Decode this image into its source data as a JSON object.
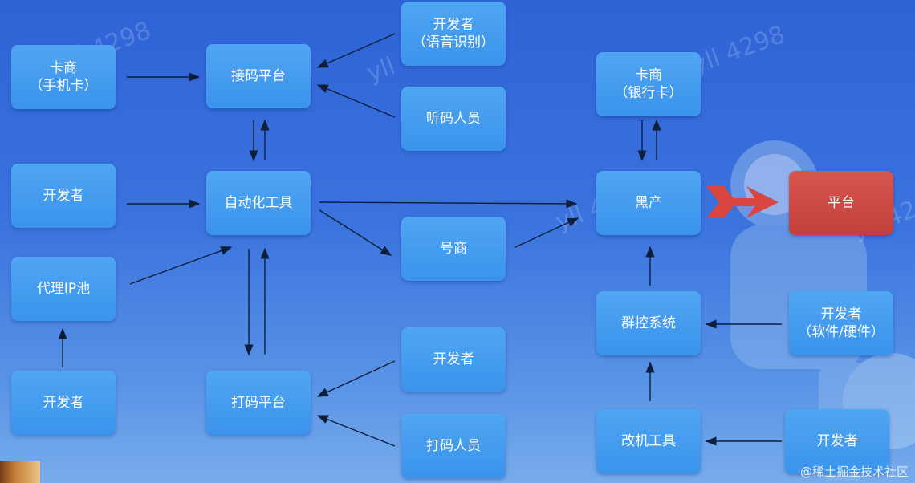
{
  "watermark": "yll 4298",
  "corner_text": "@稀土掘金技术社区",
  "nodes": {
    "card_dealer_phone": {
      "line1": "卡商",
      "line2": "（手机卡）"
    },
    "developer_left_1": {
      "line1": "开发者"
    },
    "proxy_ip_pool": {
      "line1": "代理IP池"
    },
    "developer_left_2": {
      "line1": "开发者"
    },
    "sms_platform": {
      "line1": "接码平台"
    },
    "automation_tool": {
      "line1": "自动化工具"
    },
    "captcha_platform": {
      "line1": "打码平台"
    },
    "developer_voice": {
      "line1": "开发者",
      "line2": "（语音识别）"
    },
    "code_listeners": {
      "line1": "听码人员"
    },
    "account_dealer": {
      "line1": "号商"
    },
    "developer_mid": {
      "line1": "开发者"
    },
    "captcha_workers": {
      "line1": "打码人员"
    },
    "card_dealer_bank": {
      "line1": "卡商",
      "line2": "（银行卡）"
    },
    "black_industry": {
      "line1": "黑产"
    },
    "platform": {
      "line1": "平台"
    },
    "group_control": {
      "line1": "群控系统"
    },
    "developer_sw_hw": {
      "line1": "开发者",
      "line2": "（软件/硬件）"
    },
    "device_mod_tool": {
      "line1": "改机工具"
    },
    "developer_right": {
      "line1": "开发者"
    }
  },
  "colors": {
    "node": "#3f98ee",
    "highlight_node": "#c9443e",
    "arrow": "#0d1e3a",
    "big_arrow": "#d9463f"
  }
}
